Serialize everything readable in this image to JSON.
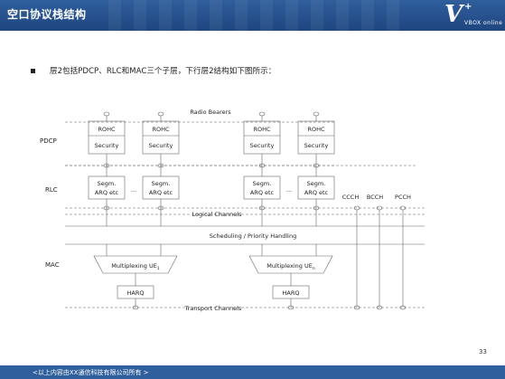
{
  "header": {
    "title": "空口协议栈结构"
  },
  "logo": {
    "mark": "V",
    "plus": "+",
    "text": "VBOX online"
  },
  "bullet": {
    "text": "层2包括PDCP、RLC和MAC三个子层，下行层2结构如下图所示："
  },
  "diagram": {
    "radio_bearers": "Radio Bearers",
    "layer_labels": {
      "pdcp": "PDCP",
      "rlc": "RLC",
      "mac": "MAC"
    },
    "rohc": "ROHC",
    "security": "Security",
    "segm_line1": "Segm.",
    "segm_line2": "ARQ etc",
    "ellipsis": "...",
    "bcch_pcch_labels": [
      "CCCH",
      "BCCH",
      "PCCH"
    ],
    "logical_channels": "Logical Channels",
    "scheduling": "Scheduling / Priority Handling",
    "mux_1": "Multiplexing UE",
    "mux_1_sub": "1",
    "mux_n": "Multiplexing UE",
    "mux_n_sub": "n",
    "harq": "HARQ",
    "transport_channels": "Transport Channels"
  },
  "page": {
    "number": "33"
  },
  "footer": {
    "text": "<以上内容由XX通信科技有限公司所有 >"
  }
}
